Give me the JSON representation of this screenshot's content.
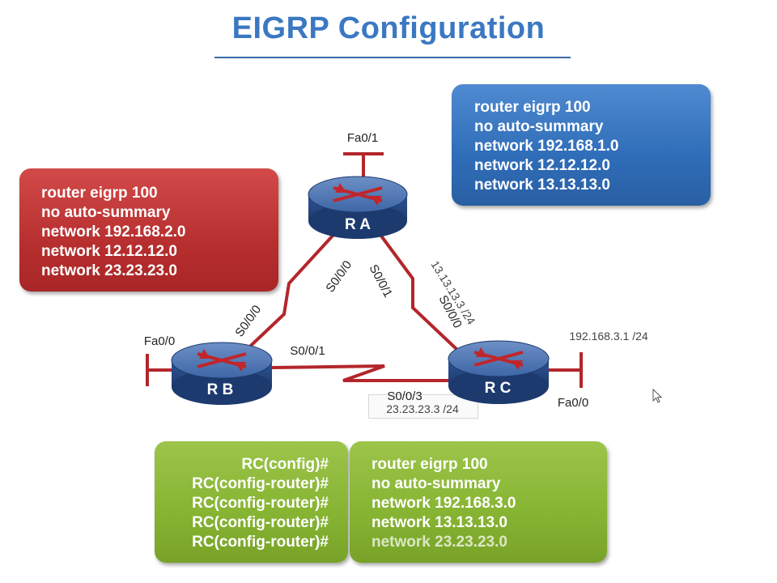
{
  "title": "EIGRP Configuration",
  "boxes": {
    "rb_config": [
      "router eigrp 100",
      "no auto-summary",
      "network 192.168.2.0",
      "network 12.12.12.0",
      "network 23.23.23.0"
    ],
    "ra_config": [
      "router eigrp 100",
      "no auto-summary",
      "network 192.168.1.0",
      "network 12.12.12.0",
      "network 13.13.13.0"
    ],
    "rc_prompts": [
      "RC(config)#",
      "RC(config-router)#",
      "RC(config-router)#",
      "RC(config-router)#",
      "RC(config-router)#"
    ],
    "rc_config": [
      "router eigrp 100",
      "no auto-summary",
      "network 192.168.3.0",
      "network 13.13.13.0",
      "network 23.23.23.0"
    ]
  },
  "routers": {
    "ra": "R A",
    "rb": "R B",
    "rc": "R C"
  },
  "interfaces": {
    "ra_fa": "Fa0/1",
    "rb_fa": "Fa0/0",
    "rc_fa": "Fa0/0",
    "ra_s0_0": "S0/0/0",
    "ra_s0_1": "S0/0/1",
    "rb_s0_0": "S0/0/0",
    "rb_s0_1": "S0/0/1",
    "rc_s0_0": "S0/0/0",
    "rc_s0_3": "S0/0/3"
  },
  "ips": {
    "ra_rc_link": "13.13.13.3 /24",
    "rc_lan": "192.168.3.1 /24",
    "rb_rc_link": "23.23.23.3 /24"
  },
  "colors": {
    "title": "#3a78c2",
    "red_box": "#b72f2f",
    "blue_box": "#2f6db8",
    "green_box": "#86b432",
    "links": "#b3262b",
    "router_body": "#2a4d86"
  }
}
